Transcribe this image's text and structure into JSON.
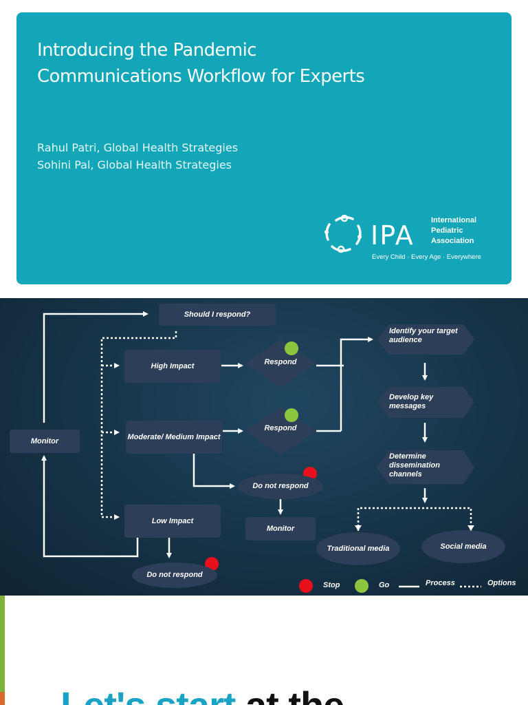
{
  "slide1": {
    "title": "Introducing the Pandemic Communications Workflow for Experts",
    "authors": [
      "Rahul Patri, Global Health Strategies",
      "Sohini Pal, Global Health Strategies"
    ],
    "logo": {
      "abbr": "IPA",
      "org_lines": [
        "International",
        "Pediatric",
        "Association"
      ],
      "tagline": "Every Child · Every Age · Everywhere"
    },
    "colors": {
      "background": "#12a6b8"
    }
  },
  "slide2": {
    "nodes": {
      "should_respond": "Should I respond?",
      "monitor_left": "Monitor",
      "high_impact": "High Impact",
      "moderate_impact": "Moderate/ Medium Impact",
      "low_impact": "Low Impact",
      "respond_high": "Respond",
      "respond_moderate": "Respond",
      "do_not_respond_moderate": "Do not respond",
      "monitor_center": "Monitor",
      "do_not_respond_low": "Do not respond",
      "identify_audience": "Identify your target audience",
      "develop_messages": "Develop key messages",
      "determine_channels": "Determine dissemination channels",
      "traditional_media": "Traditional media",
      "social_media": "Social media"
    },
    "legend": {
      "stop": "Stop",
      "go": "Go",
      "process": "Process",
      "options": "Options"
    },
    "colors": {
      "stop": "#e8101b",
      "go": "#8cc63f",
      "node": "#2c3e58",
      "line": "#ffffff"
    }
  },
  "slide3": {
    "heading_em": "Let's start",
    "heading_rest": " at the"
  }
}
